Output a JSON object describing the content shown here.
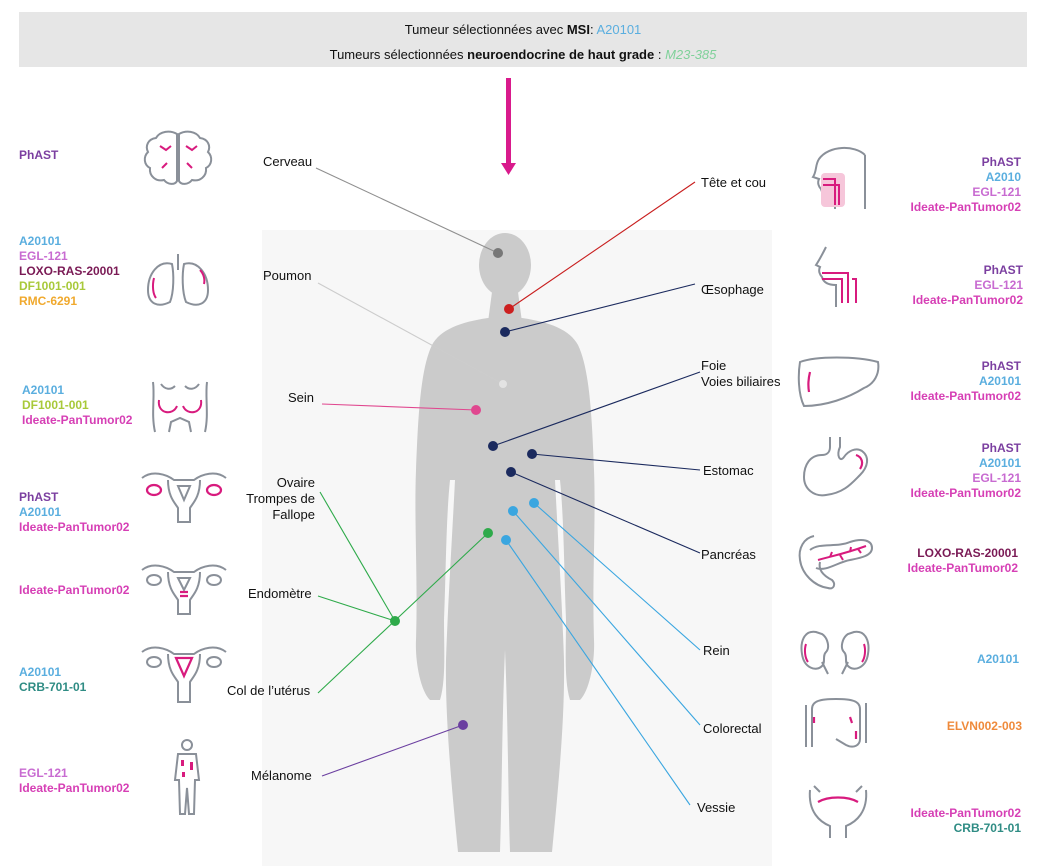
{
  "banner": {
    "line1_prefix": "Tumeur sélectionnées avec ",
    "line1_bold": "MSI",
    "line1_sep": ": ",
    "line1_trial": "A20101",
    "line2_prefix": "Tumeurs sélectionnées ",
    "line2_bold": "neuroendocrine de haut grade",
    "line2_sep": " : ",
    "line2_trial": "M23-385"
  },
  "colors": {
    "PhAST": "#7b3fa0",
    "A20101": "#5aaedf",
    "A2010": "#5aaedf",
    "EGL-121": "#c86bd1",
    "LOXO-RAS-20001": "#7a1a55",
    "DF1001-001": "#a8c93a",
    "RMC-6291": "#f0a92e",
    "Ideate-PanTumor02": "#d63fb5",
    "CRB-701-01": "#2f8c84",
    "ELVN002-003": "#ef8a3b",
    "arrow": "#d91a8c",
    "organ_stroke": "#8a9099",
    "organ_accent": "#d81b7e",
    "body_silhouette": "#c9c9c9"
  },
  "left": [
    {
      "label": "Cerveau",
      "icon": "brain-icon",
      "trials": [
        "PhAST"
      ]
    },
    {
      "label": "Poumon",
      "icon": "lungs-icon",
      "trials": [
        "A20101",
        "EGL-121",
        "LOXO-RAS-20001",
        "DF1001-001",
        "RMC-6291"
      ]
    },
    {
      "label": "Sein",
      "icon": "breast-icon",
      "trials": [
        "A20101",
        "DF1001-001",
        "Ideate-PanTumor02"
      ]
    },
    {
      "label_lines": [
        "Ovaire",
        "Trompes de",
        "Fallope"
      ],
      "icon": "ovary-icon",
      "trials": [
        "PhAST",
        "A20101",
        "Ideate-PanTumor02"
      ]
    },
    {
      "label": "Endomètre",
      "icon": "endometrium-icon",
      "trials": [
        "Ideate-PanTumor02"
      ]
    },
    {
      "label": "Col de l’utérus",
      "icon": "cervix-icon",
      "trials": [
        "A20101",
        "CRB-701-01"
      ]
    },
    {
      "label": "Mélanome",
      "icon": "skin-icon",
      "trials": [
        "EGL-121",
        "Ideate-PanTumor02"
      ]
    }
  ],
  "right": [
    {
      "label": "Tête et cou",
      "icon": "head-neck-icon",
      "trials": [
        "PhAST",
        "A2010",
        "EGL-121",
        "Ideate-PanTumor02"
      ]
    },
    {
      "label": "Œsophage",
      "icon": "esophagus-icon",
      "trials": [
        "PhAST",
        "EGL-121",
        "Ideate-PanTumor02"
      ]
    },
    {
      "label_lines": [
        "Foie",
        "Voies biliaires"
      ],
      "icon": "liver-icon",
      "trials": [
        "PhAST",
        "A20101",
        "Ideate-PanTumor02"
      ]
    },
    {
      "label": "Estomac",
      "icon": "stomach-icon",
      "trials": [
        "PhAST",
        "A20101",
        "EGL-121",
        "Ideate-PanTumor02"
      ]
    },
    {
      "label": "Pancréas",
      "icon": "pancreas-icon",
      "trials": [
        "LOXO-RAS-20001",
        "Ideate-PanTumor02"
      ]
    },
    {
      "label": "Rein",
      "icon": "kidney-icon",
      "trials": [
        "A20101"
      ]
    },
    {
      "label": "Colorectal",
      "icon": "colon-icon",
      "trials": [
        "ELVN002-003"
      ]
    },
    {
      "label": "Vessie",
      "icon": "bladder-icon",
      "trials": [
        "Ideate-PanTumor02",
        "CRB-701-01"
      ]
    }
  ]
}
